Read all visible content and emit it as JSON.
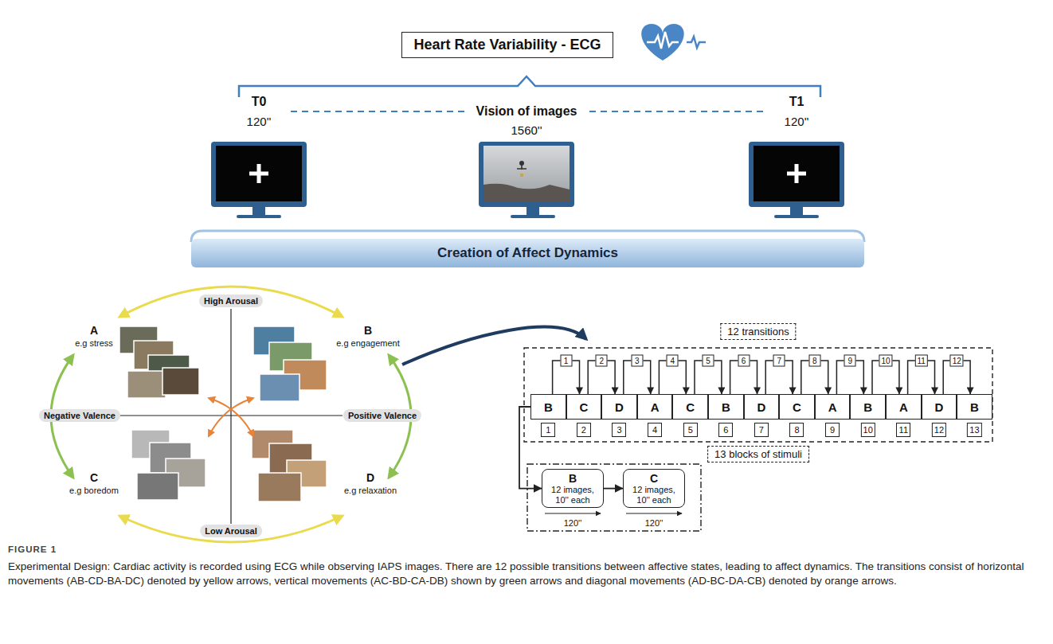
{
  "diagram": {
    "caption": "Experimental Design: Cardiac activity is recorded using ECG while observing IAPS images. There are 12 possible transitions between affective states, leading to affect dynamics. The transitions consist of horizontal movements (AB-CD-BA-DC) denoted by yellow arrows, vertical movements (AC-BD-CA-DB) shown by green arrows and diagonal movements (AD-BC-DA-CB) denoted by orange arrows.",
    "nodes": [
      {
        "text": [
          "Heart Rate Variability - ECG"
        ]
      },
      {
        "text": [
          "Creation of Affect Dynamics"
        ]
      },
      {
        "text": [
          "12 transitions",
          "13 blocks of stimuli"
        ]
      },
      {
        "text": [
          "B",
          "1"
        ],
        "in": 2
      },
      {
        "text": [
          "C",
          "2"
        ],
        "in": 2
      },
      {
        "text": [
          "D",
          "3"
        ],
        "in": 2
      },
      {
        "text": [
          "A",
          "4"
        ],
        "in": 2
      },
      {
        "text": [
          "C",
          "5"
        ],
        "in": 2
      },
      {
        "text": [
          "B",
          "6"
        ],
        "in": 2
      },
      {
        "text": [
          "D",
          "7"
        ],
        "in": 2
      },
      {
        "text": [
          "C",
          "8"
        ],
        "in": 2
      },
      {
        "text": [
          "A",
          "9"
        ],
        "in": 2
      },
      {
        "text": [
          "B",
          "10"
        ],
        "in": 2
      },
      {
        "text": [
          "A",
          "11"
        ],
        "in": 2
      },
      {
        "text": [
          "D",
          "12"
        ],
        "in": 2
      },
      {
        "text": [
          "B",
          "13"
        ],
        "in": 2
      },
      {
        "text": [
          "B",
          "12 images, 10'' each"
        ]
      },
      {
        "text": [
          "C",
          "12 images, 10'' each"
        ]
      }
    ],
    "edges": [
      {
        "from": 3,
        "to": 4,
        "arrow": "to",
        "label": "1"
      },
      {
        "from": 4,
        "to": 5,
        "arrow": "to",
        "label": "2"
      },
      {
        "from": 5,
        "to": 6,
        "arrow": "to",
        "label": "3"
      },
      {
        "from": 6,
        "to": 7,
        "arrow": "to",
        "label": "4"
      },
      {
        "from": 7,
        "to": 8,
        "arrow": "to",
        "label": "5"
      },
      {
        "from": 8,
        "to": 9,
        "arrow": "to",
        "label": "6"
      },
      {
        "from": 9,
        "to": 10,
        "arrow": "to",
        "label": "7"
      },
      {
        "from": 10,
        "to": 11,
        "arrow": "to",
        "label": "8"
      },
      {
        "from": 11,
        "to": 12,
        "arrow": "to",
        "label": "9"
      },
      {
        "from": 12,
        "to": 13,
        "arrow": "to",
        "label": "10"
      },
      {
        "from": 13,
        "to": 14,
        "arrow": "to",
        "label": "11"
      },
      {
        "from": 14,
        "to": 15,
        "arrow": "to",
        "label": "12"
      },
      {
        "from": 3,
        "to": 16,
        "arrow": "to"
      },
      {
        "from": 16,
        "to": 17,
        "arrow": "to"
      }
    ],
    "labels": [
      "T0",
      "120''",
      "Vision of images",
      "1560''",
      "T1",
      "120''",
      "A",
      "e.g stress",
      "B",
      "e.g engagement",
      "C",
      "e.g boredom",
      "D",
      "e.g relaxation",
      "High Arousal",
      "Negative Valence",
      "Positive Valence",
      "Low Arousal",
      "120''",
      "120''",
      "FIGURE 1"
    ]
  }
}
